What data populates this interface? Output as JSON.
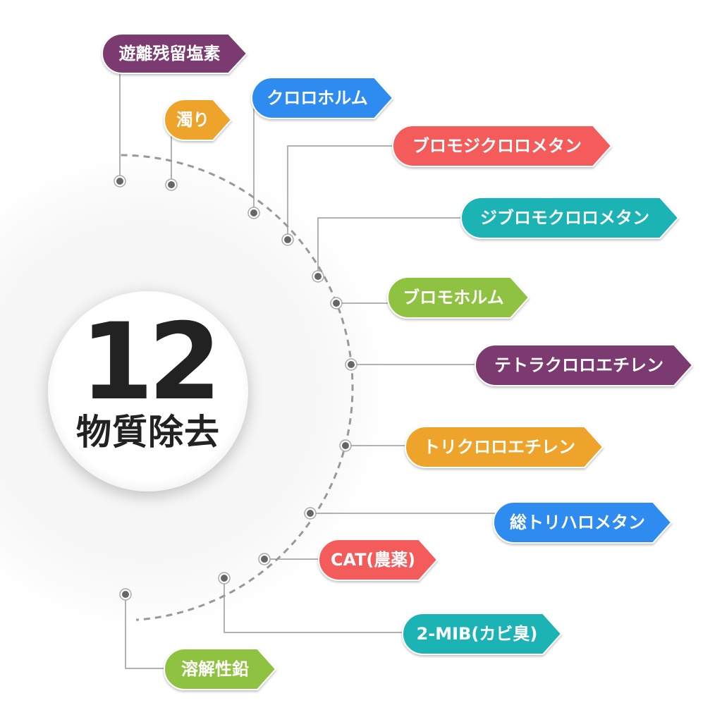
{
  "hub": {
    "count": "12",
    "caption": "物質除去"
  },
  "colors": {
    "purple": "#7b3b6f",
    "blue": "#2e8cf0",
    "orange": "#eea42a",
    "red": "#f45b5b",
    "teal": "#1fb3b4",
    "green": "#8fc23f",
    "line": "#999999",
    "dot": "#666666"
  },
  "items": [
    {
      "id": "free-residual-chlorine",
      "label": "遊離残留塩素",
      "color": "purple"
    },
    {
      "id": "turbidity",
      "label": "濁り",
      "color": "orange"
    },
    {
      "id": "chloroform",
      "label": "クロロホルム",
      "color": "blue"
    },
    {
      "id": "bromodichloromethane",
      "label": "ブロモジクロロメタン",
      "color": "red"
    },
    {
      "id": "dibromochloromethane",
      "label": "ジブロモクロロメタン",
      "color": "teal"
    },
    {
      "id": "bromoform",
      "label": "ブロモホルム",
      "color": "green"
    },
    {
      "id": "tetrachloroethylene",
      "label": "テトラクロロエチレン",
      "color": "purple"
    },
    {
      "id": "trichloroethylene",
      "label": "トリクロロエチレン",
      "color": "orange"
    },
    {
      "id": "total-trihalomethanes",
      "label": "総トリハロメタン",
      "color": "blue"
    },
    {
      "id": "cat-pesticide",
      "label": "CAT(農薬)",
      "color": "red"
    },
    {
      "id": "2-mib",
      "label": "2-MIB(カビ臭)",
      "color": "teal"
    },
    {
      "id": "soluble-lead",
      "label": "溶解性鉛",
      "color": "green"
    }
  ]
}
